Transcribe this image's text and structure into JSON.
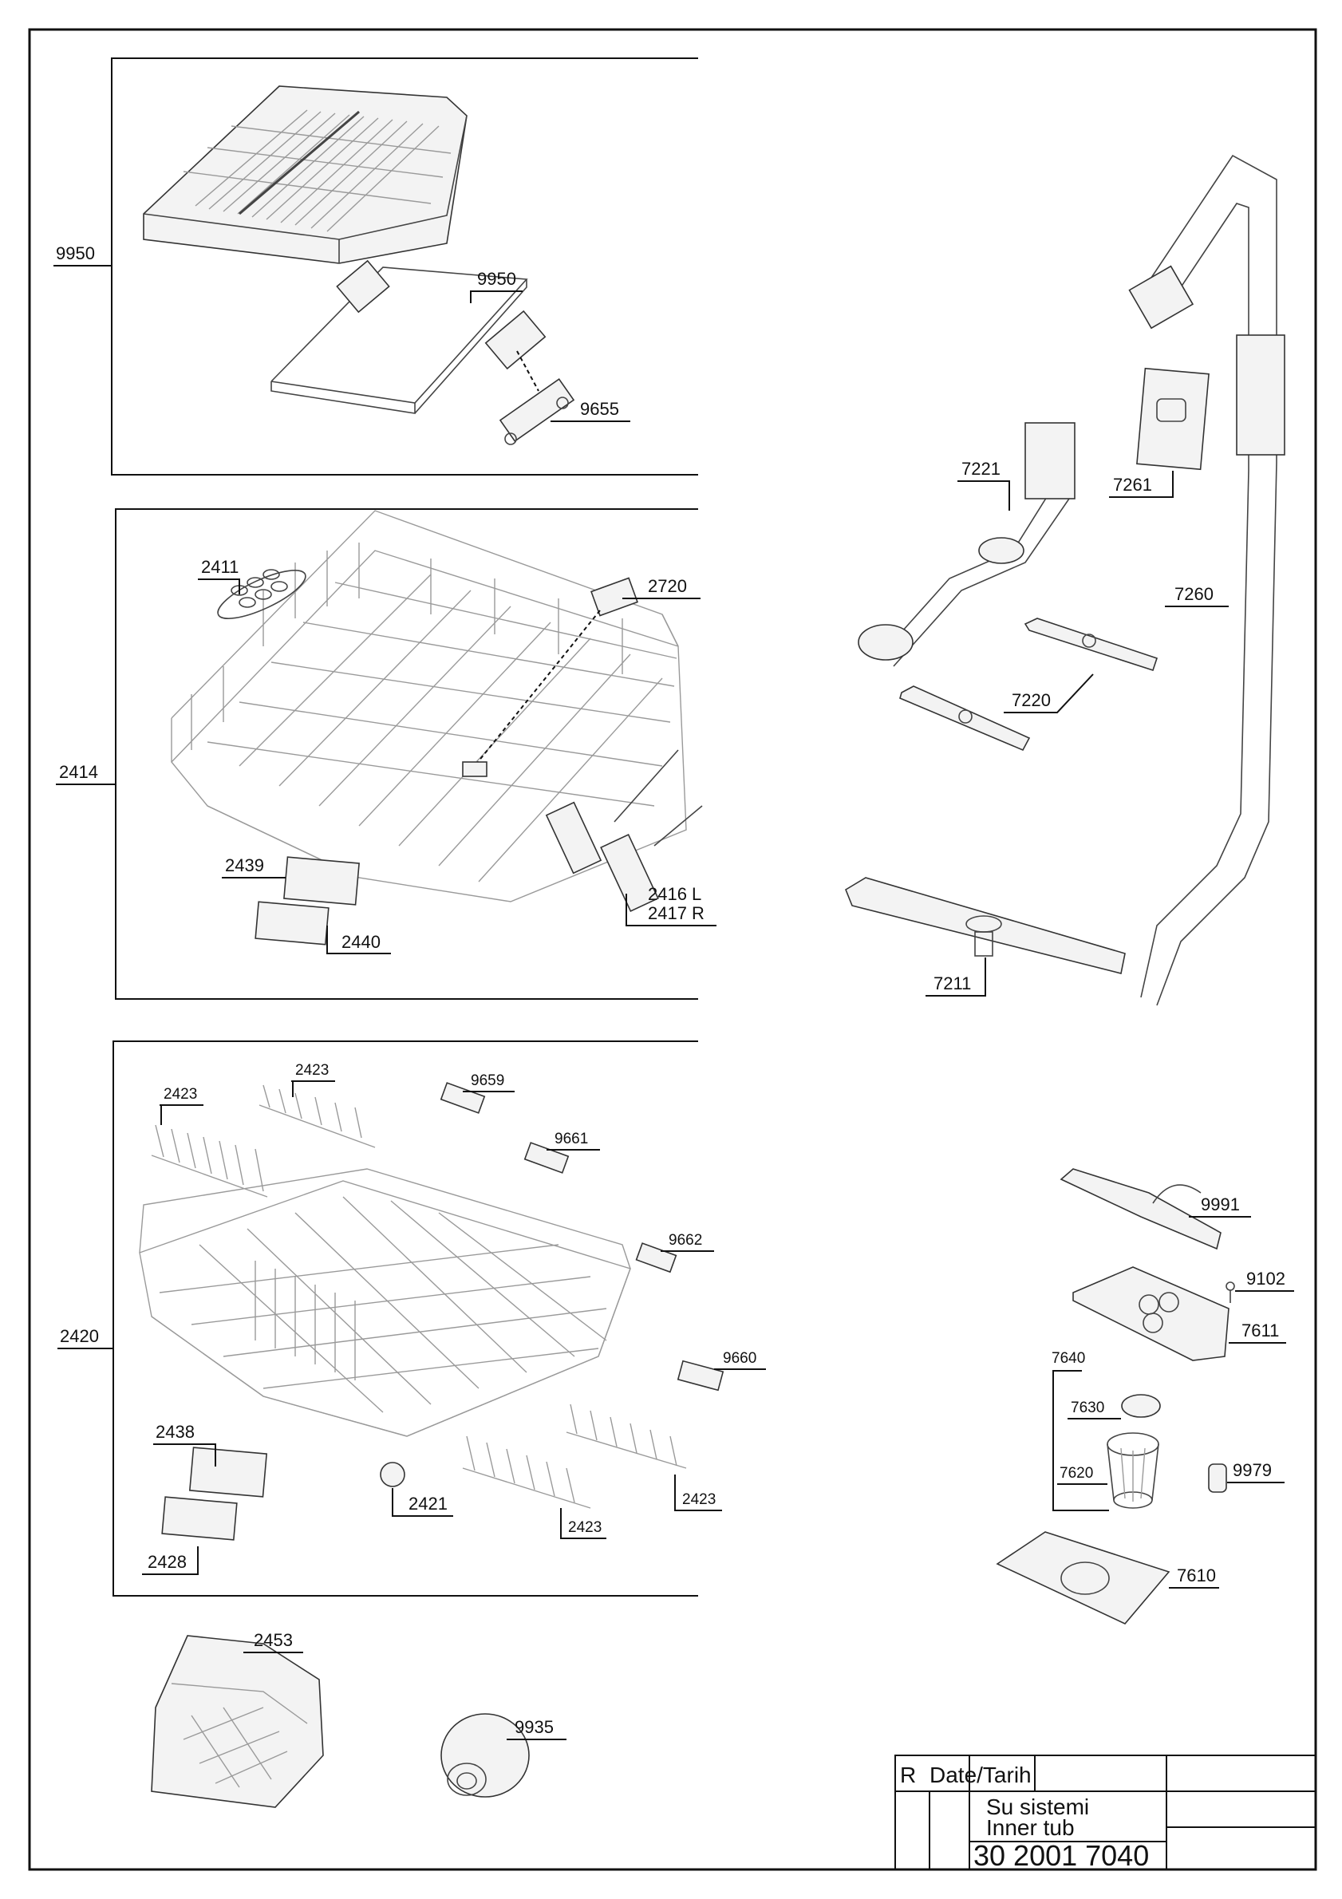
{
  "labels": {
    "p9950_left": "9950",
    "p9950_rail": "9950",
    "p9655": "9655",
    "p2414": "2414",
    "p2411": "2411",
    "p2720": "2720",
    "p2439": "2439",
    "p2440": "2440",
    "p2416": "2416 L",
    "p2417": "2417 R",
    "p2420": "2420",
    "p2423_a": "2423",
    "p2423_b": "2423",
    "p2423_c": "2423",
    "p2423_d": "2423",
    "p9659": "9659",
    "p9661": "9661",
    "p9662": "9662",
    "p9660": "9660",
    "p2438": "2438",
    "p2428": "2428",
    "p2421": "2421",
    "p2453": "2453",
    "p9935": "9935",
    "p7221": "7221",
    "p7261": "7261",
    "p7260": "7260",
    "p7220": "7220",
    "p7211": "7211",
    "p9991": "9991",
    "p9102": "9102",
    "p7611": "7611",
    "p7640": "7640",
    "p7630": "7630",
    "p7620": "7620",
    "p9979": "9979",
    "p7610": "7610"
  },
  "title_block": {
    "rev": "R",
    "date_label": "Date/Tarih",
    "name_tr": "Su sistemi",
    "name_en": "Inner tub",
    "part_number": "30 2001 7040"
  }
}
